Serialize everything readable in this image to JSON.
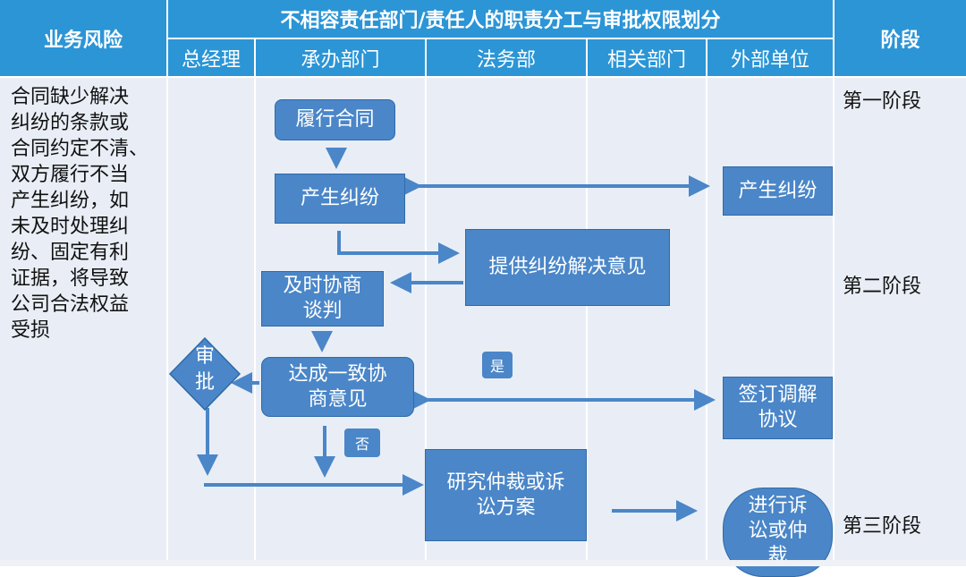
{
  "header": {
    "risk_label": "业务风险",
    "responsibility_label": "不相容责任部门/责任人的职责分工与审批权限划分",
    "stage_label": "阶段",
    "departments": [
      "总经理",
      "承办部门",
      "法务部",
      "相关部门",
      "外部单位"
    ]
  },
  "risk_text": [
    "合同缺少解决",
    "纠纷的条款或",
    "合同约定不清、",
    "双方履行不当",
    "产生纠纷，如",
    "未及时处理纠",
    "纷、固定有利",
    "证据，将导致",
    "公司合法权益",
    "受损"
  ],
  "stages": [
    "第一阶段",
    "第二阶段",
    "第三阶段"
  ],
  "nodes": {
    "perform_contract": "履行合同",
    "dispute_internal": "产生纠纷",
    "dispute_external": "产生纠纷",
    "legal_opinion": "提供纠纷解决意见",
    "negotiate": [
      "及时协商",
      "谈判"
    ],
    "approve": [
      "审",
      "批"
    ],
    "agreement": [
      "达成一致协",
      "商意见"
    ],
    "mediation": [
      "签订调解",
      "协议"
    ],
    "research": [
      "研究仲裁或诉",
      "讼方案"
    ],
    "litigation": [
      "进行诉",
      "讼或仲",
      "裁"
    ]
  },
  "callouts": {
    "yes": "是",
    "no": "否"
  },
  "colors": {
    "header": "#2b95d6",
    "node": "#4a86c8",
    "column": "#e9eef6"
  }
}
